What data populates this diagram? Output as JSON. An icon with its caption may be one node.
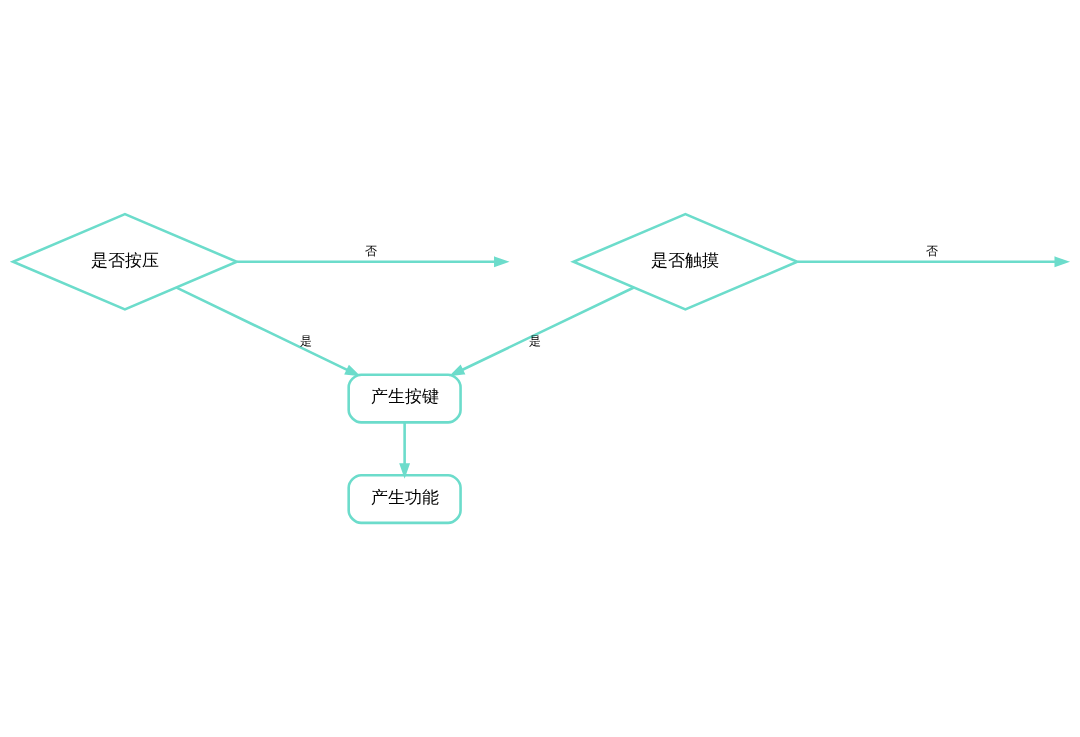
{
  "diagram": {
    "nodes": [
      {
        "text": [
          "是否触摸"
        ]
      },
      {
        "text": [
          "是否按压"
        ]
      },
      {
        "text": [
          "产生按键"
        ]
      },
      {
        "text": [
          "产生功能"
        ]
      }
    ],
    "edges": [
      {
        "from": 0,
        "to": null,
        "arrow": "to",
        "label": "否"
      },
      {
        "from": 1,
        "to": null,
        "arrow": "to",
        "label": "否"
      },
      {
        "from": 0,
        "to": 2,
        "arrow": "to",
        "label": "是"
      },
      {
        "from": 1,
        "to": 2,
        "arrow": "to",
        "label": "是"
      },
      {
        "from": 2,
        "to": 3,
        "arrow": "to"
      }
    ]
  }
}
